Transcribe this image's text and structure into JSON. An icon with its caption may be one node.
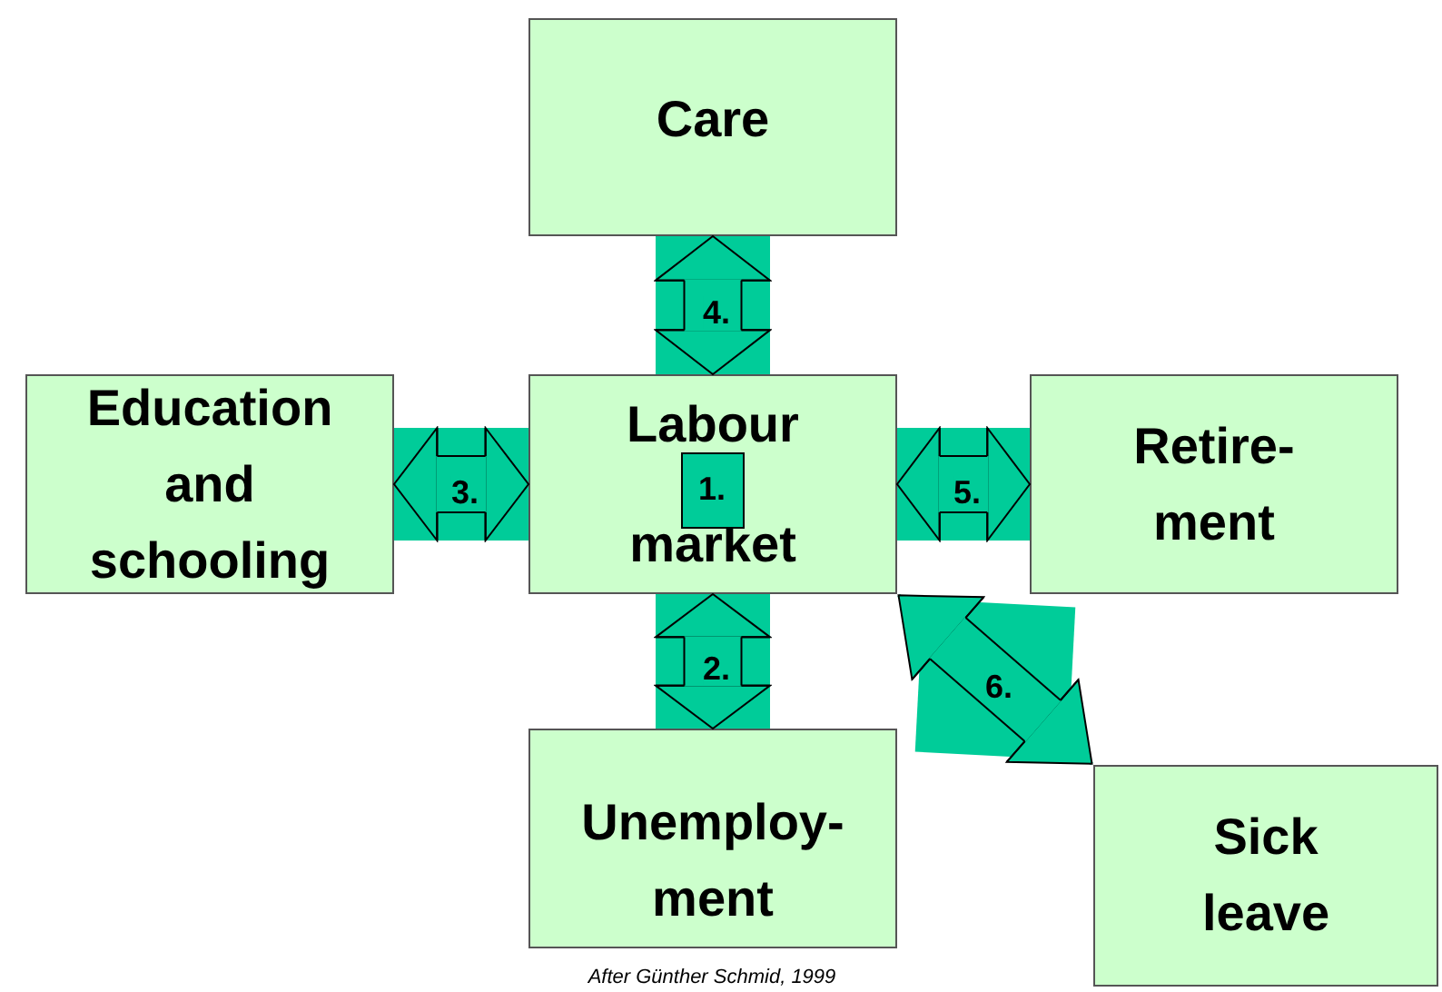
{
  "diagram": {
    "nodes": [
      {
        "text": [
          "Care"
        ]
      },
      {
        "text": [
          "Education and schooling"
        ]
      },
      {
        "text": [
          "Labour market"
        ]
      },
      {
        "text": [
          "Retire- ment"
        ]
      },
      {
        "text": [
          "Unemploy- ment"
        ]
      },
      {
        "text": [
          "Sick leave"
        ]
      }
    ],
    "edges": [
      {
        "from": 2,
        "to": 4,
        "arrow": "both",
        "label": "2."
      },
      {
        "from": 1,
        "to": 2,
        "arrow": "both",
        "label": "3."
      },
      {
        "from": 0,
        "to": 2,
        "arrow": "both",
        "label": "4."
      },
      {
        "from": 2,
        "to": 3,
        "arrow": "both",
        "label": "5."
      },
      {
        "from": 2,
        "to": 5,
        "arrow": "both",
        "label": "6."
      }
    ],
    "labels": [
      "1."
    ],
    "caption": "After Günther Schmid, 1999"
  }
}
